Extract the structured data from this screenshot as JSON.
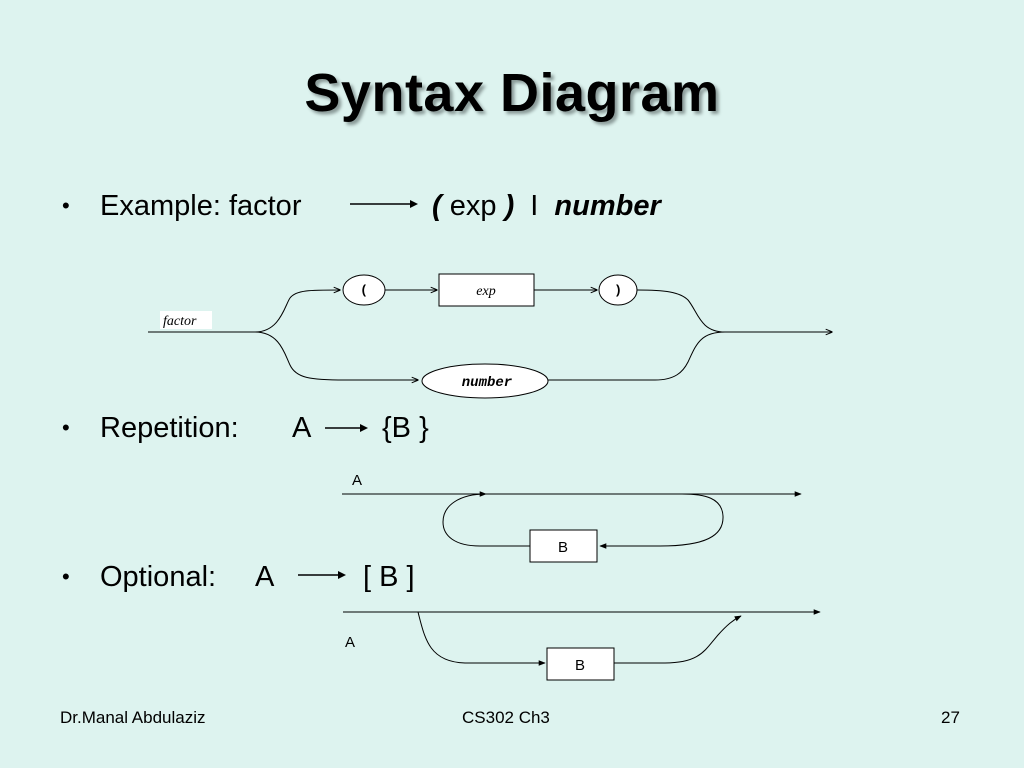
{
  "slide": {
    "title": "Syntax Diagram",
    "bullets": [
      {
        "label": "Example: factor",
        "rhs_open": "(",
        "rhs_exp": "exp",
        "rhs_close": ")",
        "rhs_bar": "I",
        "rhs_number": "number"
      },
      {
        "label": "Repetition:",
        "lhs": "A",
        "rhs": "{B }"
      },
      {
        "label": "Optional:",
        "lhs": "A",
        "rhs": "[ B ]"
      }
    ],
    "factor_diagram": {
      "start_label": "factor",
      "open_paren": "(",
      "exp_box": "exp",
      "close_paren": ")",
      "number_oval": "number"
    },
    "repetition_diagram": {
      "label_a": "A",
      "box_b": "B"
    },
    "optional_diagram": {
      "label_a": "A",
      "box_b": "B"
    },
    "footer": {
      "author": "Dr.Manal Abdulaziz",
      "course": "CS302 Ch3",
      "page": "27"
    }
  }
}
